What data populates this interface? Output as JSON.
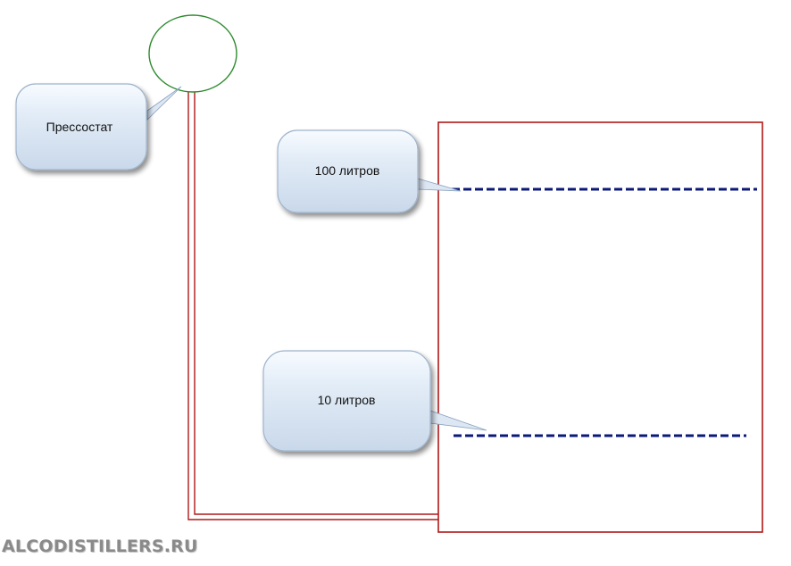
{
  "callouts": {
    "pressostat": "Прессостат",
    "level_100": "100 литров",
    "level_10": "10 литров"
  },
  "watermark": "ALCODISTILLERS.RU",
  "colors": {
    "tank_outline": "#b01818",
    "pipe": "#b01818",
    "sensor_outline": "#2e8b2e",
    "level_line": "#0b1a7a",
    "callout_fill": "#dce7f3",
    "watermark": "#8a8a8a"
  }
}
